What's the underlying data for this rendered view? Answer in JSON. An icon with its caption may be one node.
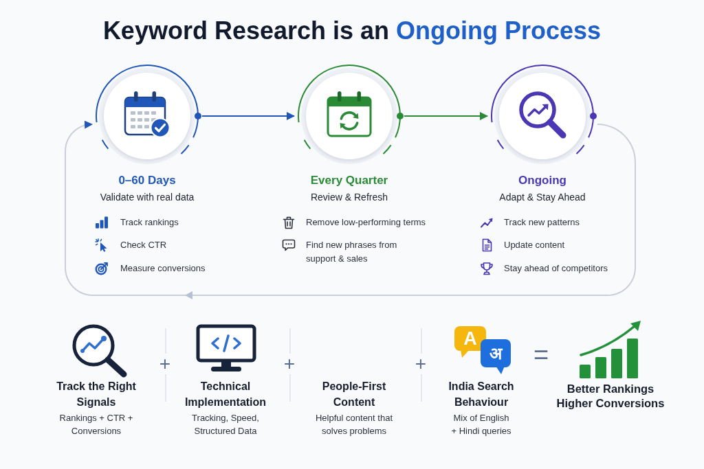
{
  "diagram": {
    "title": "Keyword Research is an **Ongoing Process**",
    "nodes": [
      {
        "text": [
          "0–60 Days",
          "Validate with real data"
        ],
        "beside": [
          "Track rankings",
          "Check CTR",
          "Measure conversions"
        ]
      },
      {
        "text": [
          "Every Quarter",
          "Review & Refresh"
        ],
        "beside": [
          "Remove low-performing terms",
          "Find new phrases from support & sales"
        ]
      },
      {
        "text": [
          "Ongoing",
          "Adapt & Stay Ahead"
        ],
        "beside": [
          "Track new patterns",
          "Update content",
          "Stay ahead of competitors"
        ]
      }
    ],
    "edges": [
      {
        "from": 0,
        "to": 1,
        "arrow": "to",
        "color": "#1f56b8"
      },
      {
        "from": 1,
        "to": 2,
        "arrow": "to",
        "color": "#2a8a35"
      },
      {
        "from": 2,
        "to": 0,
        "arrow": "to",
        "color": "#c9ced8"
      }
    ],
    "labels": [
      "Track the Right Signals",
      "Rankings + CTR + Conversions",
      "+",
      "Technical Implementation",
      "Tracking, Speed, Structured Data",
      "+",
      "People-First Content",
      "Helpful content that solves problems",
      "+",
      "A",
      "अ",
      "India Search Behaviour",
      "Mix of English + Hindi queries",
      "=",
      "Better Rankings Higher Conversions"
    ]
  }
}
